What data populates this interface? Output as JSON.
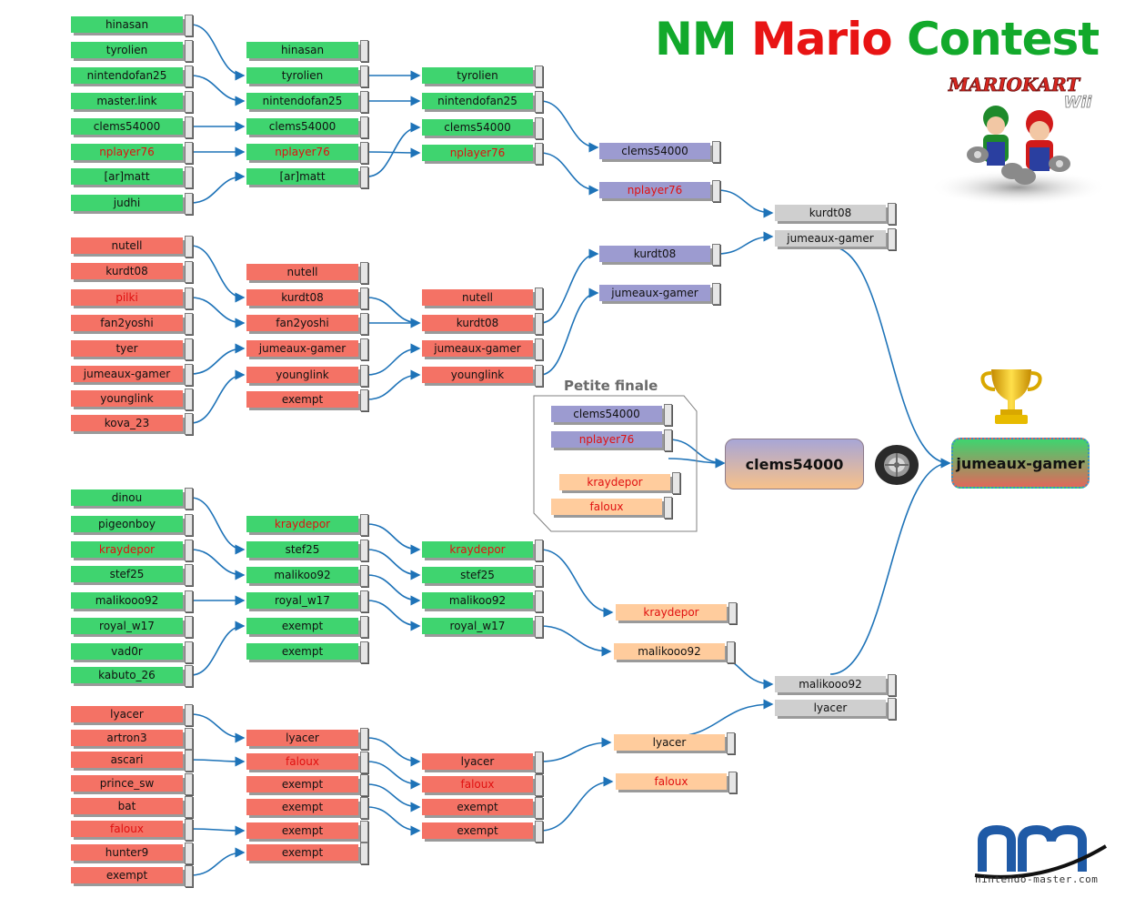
{
  "title": {
    "part1": "NM ",
    "part2": "Mario ",
    "part3": "Contest"
  },
  "logo_text": "MARIOKART Wii",
  "petite_finale_label": "Petite finale",
  "small_final_winner": "clems54000",
  "final_winner": "jumeaux-gamer",
  "footer_logo_text": "nintendo-master.com",
  "colors": {
    "group_a": "#3fd46f",
    "group_b": "#f47265",
    "upper_round": "#9c9bd0",
    "lower_round": "#ffcc9d",
    "semi": "#cfcfcf",
    "highlight_text": "#e01010",
    "connector": "#1e73b8"
  },
  "rounds": {
    "r1": [
      {
        "name": "hinasan",
        "color": "green"
      },
      {
        "name": "tyrolien",
        "color": "green"
      },
      {
        "name": "nintendofan25",
        "color": "green"
      },
      {
        "name": "master.link",
        "color": "green"
      },
      {
        "name": "clems54000",
        "color": "green"
      },
      {
        "name": "nplayer76",
        "color": "green",
        "highlight": true
      },
      {
        "name": "[ar]matt",
        "color": "green"
      },
      {
        "name": "judhi",
        "color": "green"
      },
      {
        "name": "nutell",
        "color": "red"
      },
      {
        "name": "kurdt08",
        "color": "red"
      },
      {
        "name": "pilki",
        "color": "red",
        "highlight": true
      },
      {
        "name": "fan2yoshi",
        "color": "red"
      },
      {
        "name": "tyer",
        "color": "red"
      },
      {
        "name": "jumeaux-gamer",
        "color": "red"
      },
      {
        "name": "younglink",
        "color": "red"
      },
      {
        "name": "kova_23",
        "color": "red"
      },
      {
        "name": "dinou",
        "color": "green"
      },
      {
        "name": "pigeonboy",
        "color": "green"
      },
      {
        "name": "kraydepor",
        "color": "green",
        "highlight": true
      },
      {
        "name": "stef25",
        "color": "green"
      },
      {
        "name": "malikooo92",
        "color": "green"
      },
      {
        "name": "royal_w17",
        "color": "green"
      },
      {
        "name": "vad0r",
        "color": "green"
      },
      {
        "name": "kabuto_26",
        "color": "green"
      },
      {
        "name": "lyacer",
        "color": "red"
      },
      {
        "name": "artron3",
        "color": "red"
      },
      {
        "name": "ascari",
        "color": "red"
      },
      {
        "name": "prince_sw",
        "color": "red"
      },
      {
        "name": "bat",
        "color": "red"
      },
      {
        "name": "faloux",
        "color": "red",
        "highlight": true
      },
      {
        "name": "hunter9",
        "color": "red"
      },
      {
        "name": "exempt",
        "color": "red"
      }
    ],
    "r2": [
      {
        "name": "hinasan",
        "color": "green"
      },
      {
        "name": "tyrolien",
        "color": "green"
      },
      {
        "name": "nintendofan25",
        "color": "green"
      },
      {
        "name": "clems54000",
        "color": "green"
      },
      {
        "name": "nplayer76",
        "color": "green",
        "highlight": true
      },
      {
        "name": "[ar]matt",
        "color": "green"
      },
      {
        "name": "nutell",
        "color": "red"
      },
      {
        "name": "kurdt08",
        "color": "red"
      },
      {
        "name": "fan2yoshi",
        "color": "red"
      },
      {
        "name": "jumeaux-gamer",
        "color": "red"
      },
      {
        "name": "younglink",
        "color": "red"
      },
      {
        "name": "exempt",
        "color": "red"
      },
      {
        "name": "kraydepor",
        "color": "green",
        "highlight": true
      },
      {
        "name": "stef25",
        "color": "green"
      },
      {
        "name": "malikoo92",
        "color": "green"
      },
      {
        "name": "royal_w17",
        "color": "green"
      },
      {
        "name": "exempt",
        "color": "green"
      },
      {
        "name": "exempt",
        "color": "green"
      },
      {
        "name": "lyacer",
        "color": "red"
      },
      {
        "name": "faloux",
        "color": "red",
        "highlight": true
      },
      {
        "name": "exempt",
        "color": "red"
      },
      {
        "name": "exempt",
        "color": "red"
      },
      {
        "name": "exempt",
        "color": "red"
      },
      {
        "name": "exempt",
        "color": "red"
      }
    ],
    "r3": [
      {
        "name": "tyrolien",
        "color": "green"
      },
      {
        "name": "nintendofan25",
        "color": "green"
      },
      {
        "name": "clems54000",
        "color": "green"
      },
      {
        "name": "nplayer76",
        "color": "green",
        "highlight": true
      },
      {
        "name": "nutell",
        "color": "red"
      },
      {
        "name": "kurdt08",
        "color": "red"
      },
      {
        "name": "jumeaux-gamer",
        "color": "red"
      },
      {
        "name": "younglink",
        "color": "red"
      },
      {
        "name": "kraydepor",
        "color": "green",
        "highlight": true
      },
      {
        "name": "stef25",
        "color": "green"
      },
      {
        "name": "malikoo92",
        "color": "green"
      },
      {
        "name": "royal_w17",
        "color": "green"
      },
      {
        "name": "lyacer",
        "color": "red"
      },
      {
        "name": "faloux",
        "color": "red",
        "highlight": true
      },
      {
        "name": "exempt",
        "color": "red"
      },
      {
        "name": "exempt",
        "color": "red"
      }
    ],
    "r4": [
      {
        "name": "clems54000",
        "color": "lav"
      },
      {
        "name": "nplayer76",
        "color": "lav",
        "highlight": true
      },
      {
        "name": "kurdt08",
        "color": "lav"
      },
      {
        "name": "jumeaux-gamer",
        "color": "lav"
      },
      {
        "name": "kraydepor",
        "color": "peach",
        "highlight": true
      },
      {
        "name": "malikooo92",
        "color": "peach"
      },
      {
        "name": "lyacer",
        "color": "peach"
      },
      {
        "name": "faloux",
        "color": "peach",
        "highlight": true
      }
    ],
    "r5": [
      {
        "name": "kurdt08",
        "color": "gray"
      },
      {
        "name": "jumeaux-gamer",
        "color": "gray"
      },
      {
        "name": "malikooo92",
        "color": "gray"
      },
      {
        "name": "lyacer",
        "color": "gray"
      }
    ],
    "petite": [
      {
        "name": "clems54000",
        "color": "lav"
      },
      {
        "name": "nplayer76",
        "color": "lav",
        "highlight": true
      },
      {
        "name": "kraydepor",
        "color": "peach",
        "highlight": true
      },
      {
        "name": "faloux",
        "color": "peach",
        "highlight": true
      }
    ]
  }
}
